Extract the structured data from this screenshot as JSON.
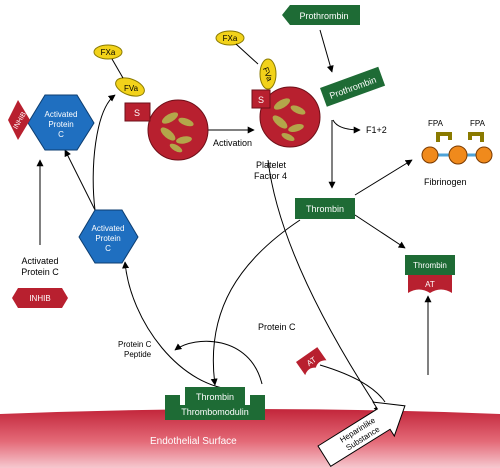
{
  "labels": {
    "prothrombin_top": "Prothrombin",
    "prothrombin_bound": "Prothrombin",
    "fxa_left": "FXa",
    "fva_left": "FVa",
    "s_left": "S",
    "fxa_right": "FXa",
    "fva_right": "FVa",
    "s_right": "S",
    "activation": "Activation",
    "f12": "F1+2",
    "platelet_factor_line1": "Platelet",
    "platelet_factor_line2": "Factor 4",
    "fpa_left": "FPA",
    "fpa_right": "FPA",
    "fibrinogen": "Fibrinogen",
    "thrombin_center": "Thrombin",
    "thrombin_at": "Thrombin",
    "at_bound": "AT",
    "at_free": "AT",
    "inhib_top": "INHIB",
    "apc_top_line1": "Activated",
    "apc_top_line2": "Protein",
    "apc_top_line3": "C",
    "apc_mid_line1": "Activated",
    "apc_mid_line2": "Protein",
    "apc_mid_line3": "C",
    "apc_free_line1": "Activated",
    "apc_free_line2": "Protein C",
    "inhib_bottom": "INHIB",
    "protein_c": "Protein C",
    "protein_c_peptide_line1": "Protein C",
    "protein_c_peptide_line2": "Peptide",
    "thrombin_bottom": "Thrombin",
    "thrombomodulin": "Thrombomodulin",
    "endothelial": "Endothelial Surface",
    "heparinlike_line1": "Heparinlike",
    "heparinlike_line2": "Substance"
  },
  "colors": {
    "green": "#1e6b35",
    "red": "#b8202f",
    "blue": "#1f6fc0",
    "yellow": "#f2d21a",
    "olive": "#b3a64a",
    "orange": "#f08a1c"
  }
}
